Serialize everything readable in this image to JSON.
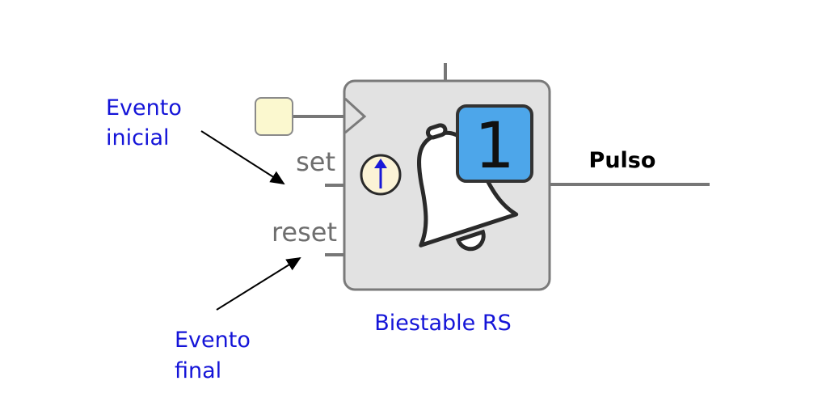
{
  "block": {
    "title": "Biestable RS",
    "badge_value": "1",
    "inputs": {
      "set": "set",
      "reset": "reset"
    },
    "output": "Pulso"
  },
  "annotations": {
    "start_event": [
      "Evento",
      "inicial"
    ],
    "end_event": [
      "Evento",
      "final"
    ]
  },
  "colors": {
    "block_fill": "#e2e2e2",
    "block_stroke": "#7a7a7a",
    "badge_fill": "#4da6ea",
    "wire": "#777777",
    "label_blue": "#1414d8",
    "label_grey": "#6e6e6e",
    "input_box_fill": "#fbf8cf",
    "edge_indicator_fill": "#fbf3d6",
    "edge_arrow": "#1a1ad8"
  },
  "icons": {
    "main": "bell-icon",
    "edge": "rising-edge-arrow-icon",
    "clock": "clock-triangle-icon"
  }
}
